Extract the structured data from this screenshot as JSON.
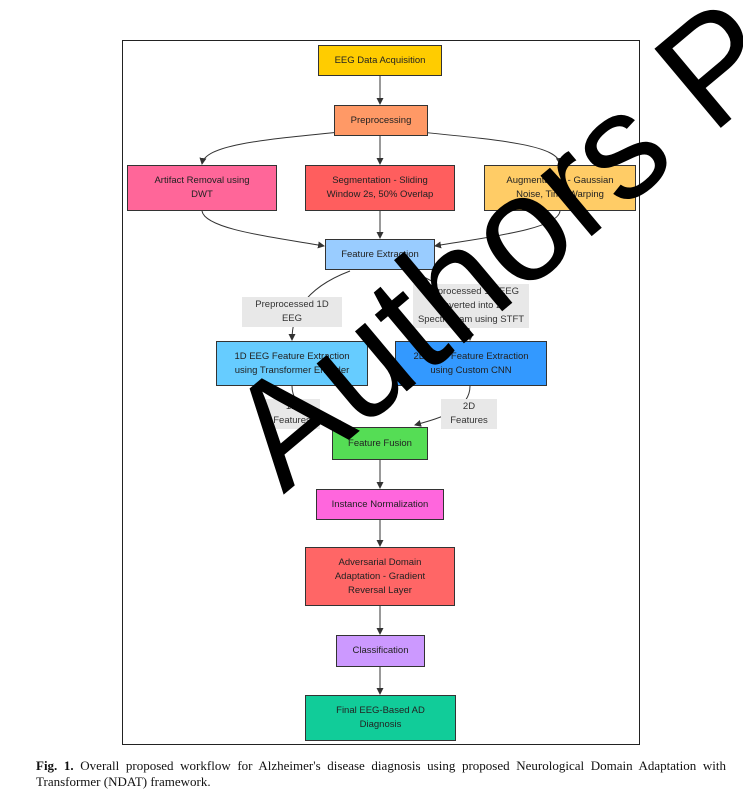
{
  "nodes": {
    "acquisition": "EEG Data Acquisition",
    "preprocessing": "Preprocessing",
    "artifact": "Artifact Removal using\nDWT",
    "segmentation": "Segmentation - Sliding\nWindow 2s, 50% Overlap",
    "augmentation": "Augmentation - Gaussian\nNoise, Time Warping",
    "feature_extraction": "Feature Extraction",
    "fe_1d": "1D EEG Feature Extraction\nusing Transformer Encoder",
    "fe_2d": "2D EEG Feature Extraction\nusing Custom CNN",
    "fusion": "Feature Fusion",
    "normalization": "Instance Normalization",
    "adversarial": "Adversarial Domain\nAdaptation - Gradient\nReversal Layer",
    "classification": "Classification",
    "final": "Final EEG-Based AD\nDiagnosis"
  },
  "edge_labels": {
    "pre_1d": "Preprocessed 1D EEG",
    "pre_2d": "Preprocessed 1D EEG\nconverted into 2D\nSpectrogram using STFT",
    "feat_1d": "1D Features",
    "feat_2d": "2D Features"
  },
  "colors": {
    "acquisition": "#ffcc00",
    "preprocessing": "#ff9966",
    "artifact": "#ff6699",
    "segmentation": "#ff5e5e",
    "augmentation": "#ffcc66",
    "feature_extraction": "#99ccff",
    "fe_1d": "#66ccff",
    "fe_2d": "#3399ff",
    "fusion": "#55dd55",
    "normalization": "#ff66dd",
    "adversarial": "#ff6666",
    "classification": "#cc99ff",
    "final": "#11cc99"
  },
  "caption": {
    "label": "Fig. 1.",
    "text": "Overall proposed workflow for Alzheimer's disease diagnosis using proposed Neurological Domain Adaptation with Transformer (NDAT) framework."
  },
  "watermark": "Authors Pre-Proof"
}
